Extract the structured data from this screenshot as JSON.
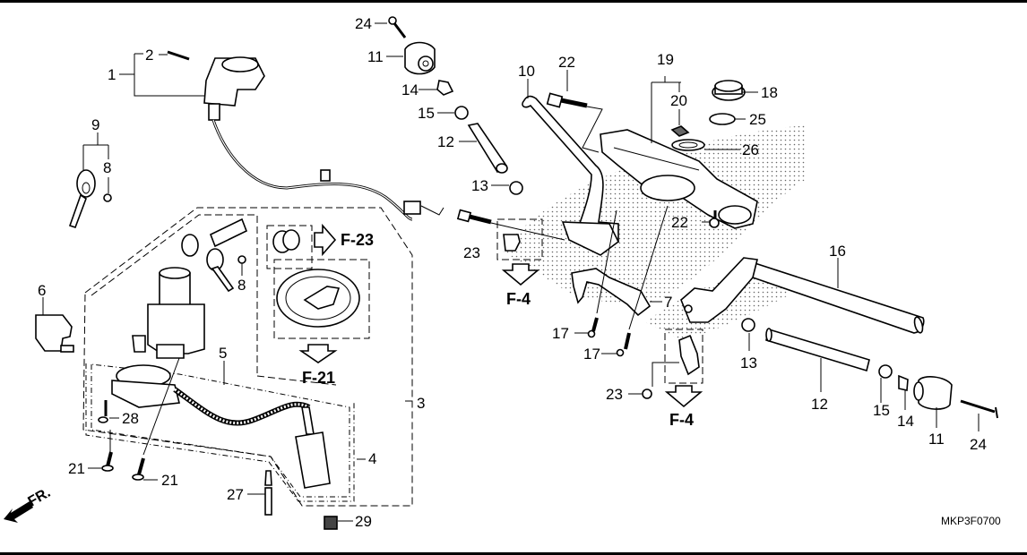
{
  "diagram": {
    "title": "Handlebar / Ignition Switch parts diagram",
    "code": "MKP3F0700",
    "direction_label": "FR.",
    "callouts": [
      {
        "id": "c1",
        "text": "1"
      },
      {
        "id": "c2",
        "text": "2"
      },
      {
        "id": "c3",
        "text": "3"
      },
      {
        "id": "c4",
        "text": "4"
      },
      {
        "id": "c5",
        "text": "5"
      },
      {
        "id": "c6",
        "text": "6"
      },
      {
        "id": "c7",
        "text": "7"
      },
      {
        "id": "c8a",
        "text": "8"
      },
      {
        "id": "c8b",
        "text": "8"
      },
      {
        "id": "c9",
        "text": "9"
      },
      {
        "id": "c10",
        "text": "10"
      },
      {
        "id": "c11a",
        "text": "11"
      },
      {
        "id": "c11b",
        "text": "11"
      },
      {
        "id": "c12a",
        "text": "12"
      },
      {
        "id": "c12b",
        "text": "12"
      },
      {
        "id": "c13a",
        "text": "13"
      },
      {
        "id": "c13b",
        "text": "13"
      },
      {
        "id": "c14a",
        "text": "14"
      },
      {
        "id": "c14b",
        "text": "14"
      },
      {
        "id": "c15a",
        "text": "15"
      },
      {
        "id": "c15b",
        "text": "15"
      },
      {
        "id": "c16",
        "text": "16"
      },
      {
        "id": "c17a",
        "text": "17"
      },
      {
        "id": "c17b",
        "text": "17"
      },
      {
        "id": "c18",
        "text": "18"
      },
      {
        "id": "c19",
        "text": "19"
      },
      {
        "id": "c20",
        "text": "20"
      },
      {
        "id": "c21a",
        "text": "21"
      },
      {
        "id": "c21b",
        "text": "21"
      },
      {
        "id": "c22a",
        "text": "22"
      },
      {
        "id": "c22b",
        "text": "22"
      },
      {
        "id": "c23a",
        "text": "23"
      },
      {
        "id": "c23b",
        "text": "23"
      },
      {
        "id": "c24a",
        "text": "24"
      },
      {
        "id": "c24b",
        "text": "24"
      },
      {
        "id": "c25",
        "text": "25"
      },
      {
        "id": "c26",
        "text": "26"
      },
      {
        "id": "c27",
        "text": "27"
      },
      {
        "id": "c28",
        "text": "28"
      },
      {
        "id": "c29",
        "text": "29"
      }
    ],
    "references": {
      "f23": "F-23",
      "f21": "F-21",
      "f4a": "F-4",
      "f4b": "F-4"
    }
  }
}
